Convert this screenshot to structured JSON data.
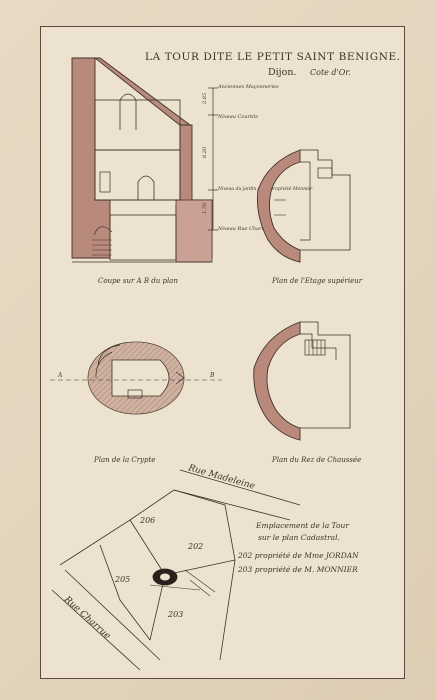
{
  "title": "LA TOUR DITE LE PETIT SAINT BENIGNE.",
  "location": {
    "city": "Dijon.",
    "dept": "Cote d'Or."
  },
  "section": {
    "caption": "Coupe sur A B du plan",
    "levels": {
      "masonry": "Anciennes Maçonneries",
      "dim1": "2.85",
      "floor": "Niveau Courtils",
      "dim2": "6.20",
      "garden": "Niveau du jardin de la propriété Monnier",
      "dim3": "1.70",
      "street": "Niveau Rue Charrue"
    }
  },
  "plans": {
    "upper": "Plan de l'Etage supérieur",
    "crypt": "Plan de la Crypte",
    "ground": "Plan du Rez de Chaussée",
    "axis_a": "A",
    "axis_b": "B"
  },
  "cadastral": {
    "street_top": "Rue Madeleine",
    "street_bottom": "Rue Charrue",
    "parcels": [
      "206",
      "202",
      "205",
      "203"
    ],
    "note_line1": "Emplacement de la Tour",
    "note_line2": "sur le plan Cadastral.",
    "owner1": "202 propriété de Mme JORDAN",
    "owner2": "203 propriété de M. MONNIER"
  },
  "colors": {
    "paper": "#ece2cf",
    "ink": "#3e3229",
    "wash": "#b98a7c"
  }
}
